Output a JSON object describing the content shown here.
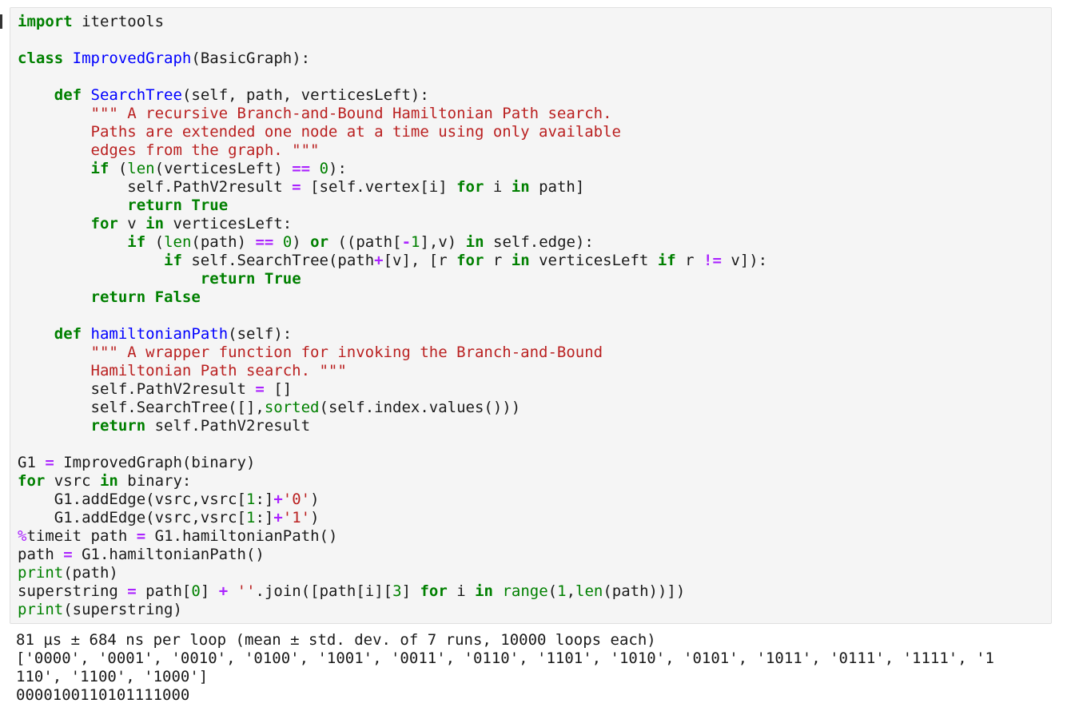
{
  "cell": {
    "code_lines": [
      [
        [
          "k",
          "import"
        ],
        [
          "v",
          " itertools"
        ]
      ],
      [],
      [
        [
          "k",
          "class"
        ],
        [
          "v",
          " "
        ],
        [
          "c",
          "ImprovedGraph"
        ],
        [
          "v",
          "(BasicGraph):"
        ]
      ],
      [],
      [
        [
          "v",
          "    "
        ],
        [
          "k",
          "def"
        ],
        [
          "v",
          " "
        ],
        [
          "c",
          "SearchTree"
        ],
        [
          "v",
          "(self, path, verticesLeft):"
        ]
      ],
      [
        [
          "s",
          "        \"\"\" A recursive Branch-and-Bound Hamiltonian Path search."
        ]
      ],
      [
        [
          "s",
          "        Paths are extended one node at a time using only available"
        ]
      ],
      [
        [
          "s",
          "        edges from the graph. \"\"\""
        ]
      ],
      [
        [
          "v",
          "        "
        ],
        [
          "k",
          "if"
        ],
        [
          "v",
          " ("
        ],
        [
          "b",
          "len"
        ],
        [
          "v",
          "(verticesLeft) "
        ],
        [
          "o",
          "=="
        ],
        [
          "v",
          " "
        ],
        [
          "n",
          "0"
        ],
        [
          "v",
          "):"
        ]
      ],
      [
        [
          "v",
          "            self.PathV2result "
        ],
        [
          "o",
          "="
        ],
        [
          "v",
          " [self.vertex[i] "
        ],
        [
          "k",
          "for"
        ],
        [
          "v",
          " i "
        ],
        [
          "k",
          "in"
        ],
        [
          "v",
          " path]"
        ]
      ],
      [
        [
          "v",
          "            "
        ],
        [
          "k",
          "return"
        ],
        [
          "v",
          " "
        ],
        [
          "k",
          "True"
        ]
      ],
      [
        [
          "v",
          "        "
        ],
        [
          "k",
          "for"
        ],
        [
          "v",
          " v "
        ],
        [
          "k",
          "in"
        ],
        [
          "v",
          " verticesLeft:"
        ]
      ],
      [
        [
          "v",
          "            "
        ],
        [
          "k",
          "if"
        ],
        [
          "v",
          " ("
        ],
        [
          "b",
          "len"
        ],
        [
          "v",
          "(path) "
        ],
        [
          "o",
          "=="
        ],
        [
          "v",
          " "
        ],
        [
          "n",
          "0"
        ],
        [
          "v",
          ") "
        ],
        [
          "k",
          "or"
        ],
        [
          "v",
          " ((path["
        ],
        [
          "o",
          "-"
        ],
        [
          "n",
          "1"
        ],
        [
          "v",
          "],v) "
        ],
        [
          "k",
          "in"
        ],
        [
          "v",
          " self.edge):"
        ]
      ],
      [
        [
          "v",
          "                "
        ],
        [
          "k",
          "if"
        ],
        [
          "v",
          " self.SearchTree(path"
        ],
        [
          "o",
          "+"
        ],
        [
          "v",
          "[v], [r "
        ],
        [
          "k",
          "for"
        ],
        [
          "v",
          " r "
        ],
        [
          "k",
          "in"
        ],
        [
          "v",
          " verticesLeft "
        ],
        [
          "k",
          "if"
        ],
        [
          "v",
          " r "
        ],
        [
          "o",
          "!="
        ],
        [
          "v",
          " v]):"
        ]
      ],
      [
        [
          "v",
          "                    "
        ],
        [
          "k",
          "return"
        ],
        [
          "v",
          " "
        ],
        [
          "k",
          "True"
        ]
      ],
      [
        [
          "v",
          "        "
        ],
        [
          "k",
          "return"
        ],
        [
          "v",
          " "
        ],
        [
          "k",
          "False"
        ]
      ],
      [],
      [
        [
          "v",
          "    "
        ],
        [
          "k",
          "def"
        ],
        [
          "v",
          " "
        ],
        [
          "c",
          "hamiltonianPath"
        ],
        [
          "v",
          "(self):"
        ]
      ],
      [
        [
          "s",
          "        \"\"\" A wrapper function for invoking the Branch-and-Bound"
        ]
      ],
      [
        [
          "s",
          "        Hamiltonian Path search. \"\"\""
        ]
      ],
      [
        [
          "v",
          "        self.PathV2result "
        ],
        [
          "o",
          "="
        ],
        [
          "v",
          " []"
        ]
      ],
      [
        [
          "v",
          "        self.SearchTree([],"
        ],
        [
          "b",
          "sorted"
        ],
        [
          "v",
          "(self.index.values()))"
        ]
      ],
      [
        [
          "v",
          "        "
        ],
        [
          "k",
          "return"
        ],
        [
          "v",
          " self.PathV2result"
        ]
      ],
      [],
      [
        [
          "v",
          "G1 "
        ],
        [
          "o",
          "="
        ],
        [
          "v",
          " ImprovedGraph(binary)"
        ]
      ],
      [
        [
          "k",
          "for"
        ],
        [
          "v",
          " vsrc "
        ],
        [
          "k",
          "in"
        ],
        [
          "v",
          " binary:"
        ]
      ],
      [
        [
          "v",
          "    G1.addEdge(vsrc,vsrc["
        ],
        [
          "n",
          "1"
        ],
        [
          "v",
          ":]"
        ],
        [
          "o",
          "+"
        ],
        [
          "s",
          "'0'"
        ],
        [
          "v",
          ")"
        ]
      ],
      [
        [
          "v",
          "    G1.addEdge(vsrc,vsrc["
        ],
        [
          "n",
          "1"
        ],
        [
          "v",
          ":]"
        ],
        [
          "o",
          "+"
        ],
        [
          "s",
          "'1'"
        ],
        [
          "v",
          ")"
        ]
      ],
      [
        [
          "m",
          "%"
        ],
        [
          "v",
          "timeit path "
        ],
        [
          "o",
          "="
        ],
        [
          "v",
          " G1.hamiltonianPath()"
        ]
      ],
      [
        [
          "v",
          "path "
        ],
        [
          "o",
          "="
        ],
        [
          "v",
          " G1.hamiltonianPath()"
        ]
      ],
      [
        [
          "b",
          "print"
        ],
        [
          "v",
          "(path)"
        ]
      ],
      [
        [
          "v",
          "superstring "
        ],
        [
          "o",
          "="
        ],
        [
          "v",
          " path["
        ],
        [
          "n",
          "0"
        ],
        [
          "v",
          "] "
        ],
        [
          "o",
          "+"
        ],
        [
          "v",
          " "
        ],
        [
          "s",
          "''"
        ],
        [
          "v",
          ".join([path[i]["
        ],
        [
          "n",
          "3"
        ],
        [
          "v",
          "] "
        ],
        [
          "k",
          "for"
        ],
        [
          "v",
          " i "
        ],
        [
          "k",
          "in"
        ],
        [
          "v",
          " "
        ],
        [
          "b",
          "range"
        ],
        [
          "v",
          "("
        ],
        [
          "n",
          "1"
        ],
        [
          "v",
          ","
        ],
        [
          "b",
          "len"
        ],
        [
          "v",
          "(path))])"
        ]
      ],
      [
        [
          "b",
          "print"
        ],
        [
          "v",
          "(superstring)"
        ]
      ]
    ],
    "output_lines": [
      "81 µs ± 684 ns per loop (mean ± std. dev. of 7 runs, 10000 loops each)",
      "['0000', '0001', '0010', '0100', '1001', '0011', '0110', '1101', '1010', '0101', '1011', '0111', '1111', '1",
      "110', '1100', '1000']",
      "0000100110101111000"
    ]
  }
}
